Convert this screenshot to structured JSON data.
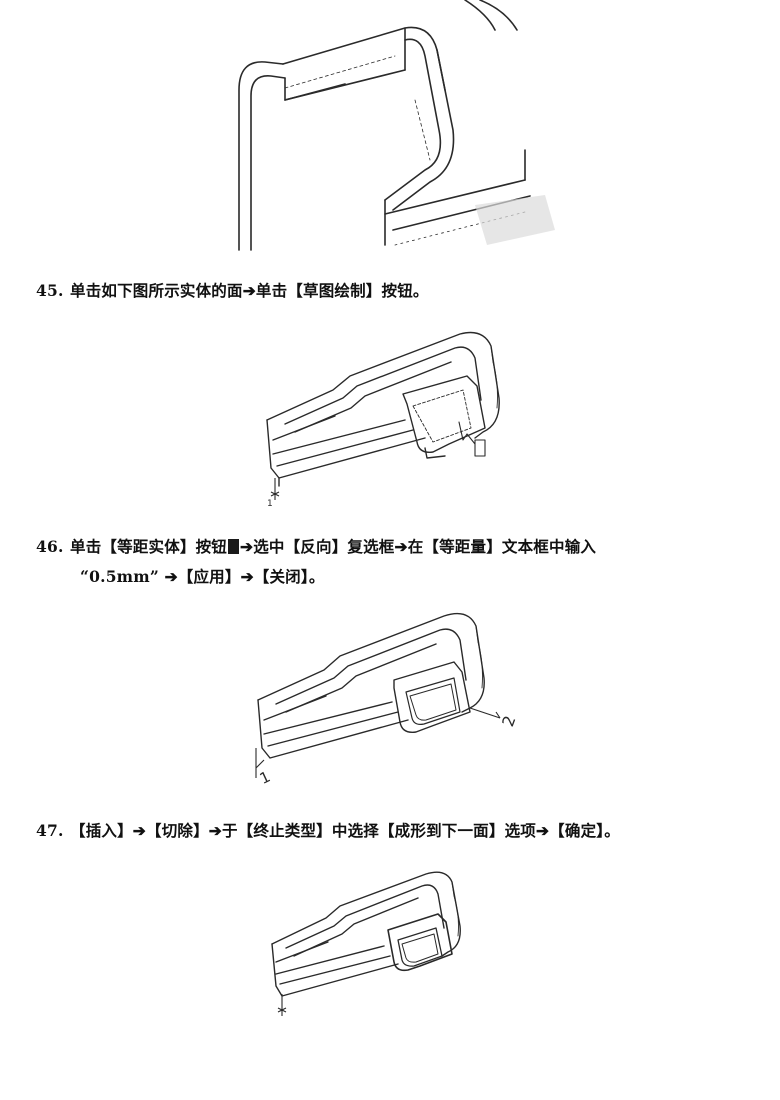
{
  "steps": [
    {
      "number": "45.",
      "text": "单击如下图所示实体的面➔单击【草图绘制】按钮。"
    },
    {
      "number": "46.",
      "text_before_icon": "单击【等距实体】按钮",
      "icon": "offset-entities-icon",
      "text_after_icon": "➔选中【反向】复选框➔在【等距量】文本框中输入",
      "text_line2": "“0.5mm” ➔【应用】➔【关闭】。"
    },
    {
      "number": "47.",
      "text": "【插入】➔【切除】➔于【终止类型】中选择【成形到下一面】选项➔【确定】。"
    }
  ],
  "figures": {
    "fig2_axis_label": "1",
    "fig3_axis_label_left": "1",
    "fig3_axis_label_right": "2"
  },
  "colors": {
    "ink": "#111111",
    "line": "#2a2a2a",
    "background": "#ffffff"
  }
}
